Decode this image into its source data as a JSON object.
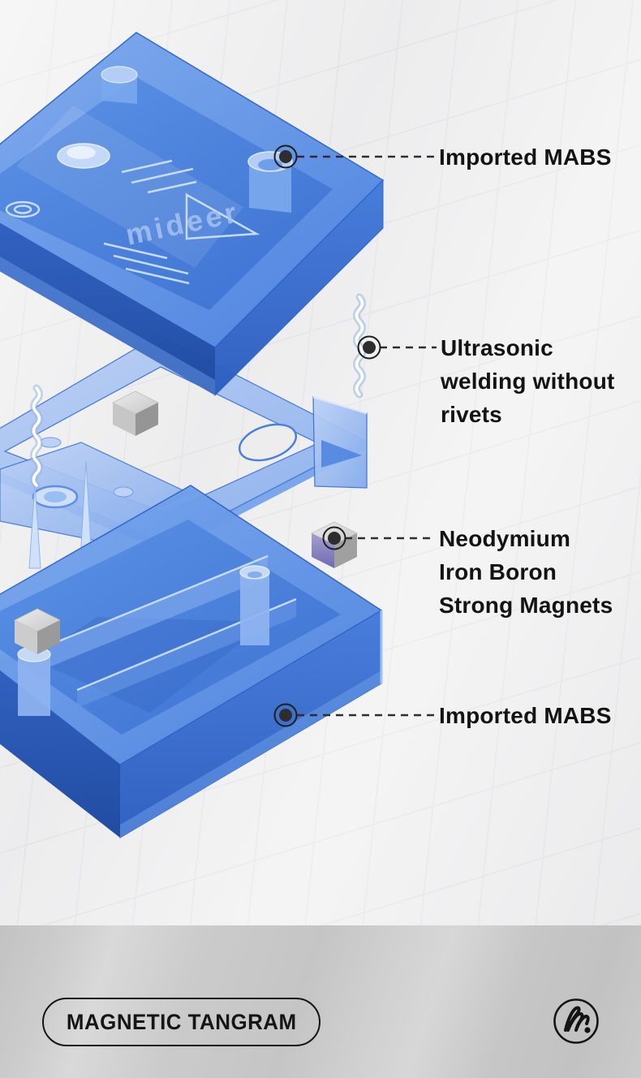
{
  "scene": {
    "background": "#efeff0",
    "grid_line_color": "#e4e4e6",
    "footer_background": "#c9c9c9",
    "text_color": "#131313",
    "blue_main": "#4d85e2",
    "blue_dark": "#1e4fae",
    "blue_light": "#aac6f3",
    "magnet_gray": "#a8a8a8",
    "marker_color": "#2d2d2d"
  },
  "product": {
    "emboss_text": "mideer"
  },
  "callouts": [
    {
      "id": "top-case-material",
      "lines": [
        "Imported MABS"
      ]
    },
    {
      "id": "ultrasonic-welding",
      "lines": [
        "Ultrasonic",
        "welding without",
        "rivets"
      ]
    },
    {
      "id": "magnets",
      "lines": [
        "Neodymium",
        "Iron Boron",
        "Strong Magnets"
      ]
    },
    {
      "id": "bottom-case-material",
      "lines": [
        "Imported MABS"
      ]
    }
  ],
  "footer": {
    "badge_label": "MAGNETIC TANGRAM",
    "logo": "mideer-monogram"
  }
}
